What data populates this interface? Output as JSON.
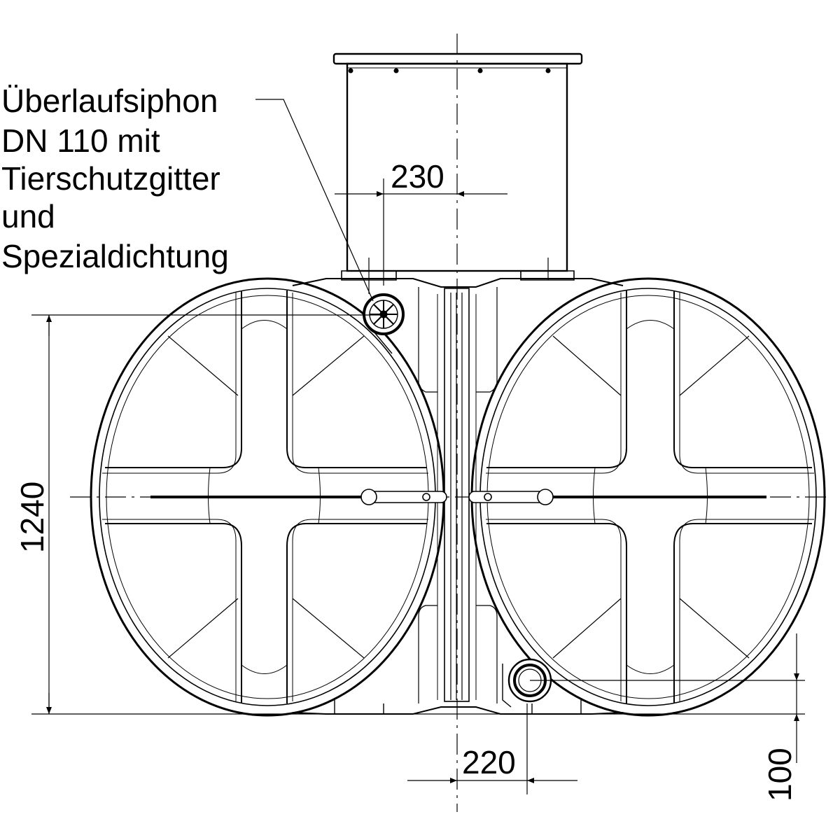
{
  "callout": {
    "lines": [
      "Überlaufsiphon",
      "DN 110 mit",
      "Tierschutzgitter",
      "und",
      "Spezialdichtung"
    ]
  },
  "dimensions": {
    "shaft_offset": "230",
    "height": "1240",
    "outlet_offset": "220",
    "outlet_height": "100"
  }
}
